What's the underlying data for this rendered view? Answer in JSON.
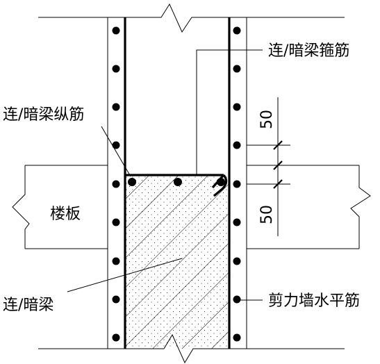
{
  "labels": {
    "stirrup": "连/暗梁箍筋",
    "longitudinal": "连/暗梁纵筋",
    "slab": "楼板",
    "beam": "连/暗梁",
    "wall_horizontal": "剪力墙水平筋",
    "dim_upper": "50",
    "dim_lower": "50"
  },
  "colors": {
    "line": "#000000",
    "background": "#ffffff"
  }
}
